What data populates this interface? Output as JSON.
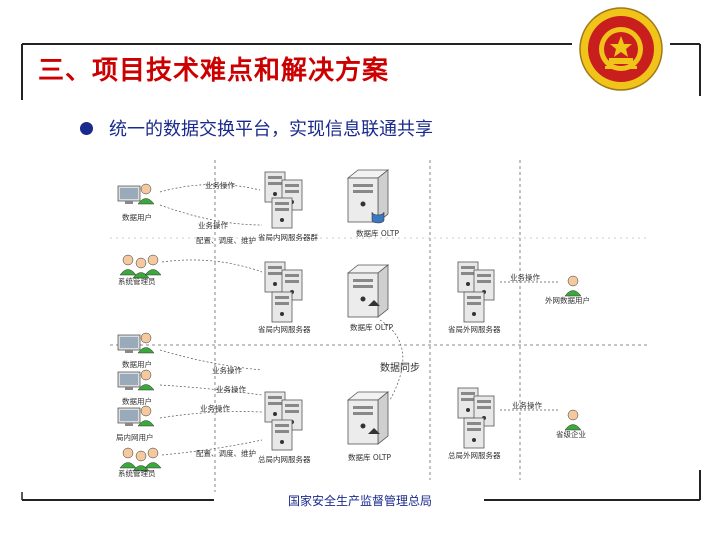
{
  "slide": {
    "title": "三、项目技术难点和解决方案",
    "bullet": "统一的数据交换平台，实现信息联通共享",
    "footer": "国家安全生产监督管理总局"
  },
  "diagram": {
    "labels": {
      "top_user": "数据用户",
      "top_biz1": "业务操作",
      "top_biz2": "业务操作",
      "top_server1": "省局内网服务器群",
      "top_dbserver1": "数据库 OLTP",
      "top_mgmt": "配置、调度、维护",
      "top_admin": "系统管理员",
      "mid_server": "省局内网服务器",
      "mid_db": "数据库 OLTP",
      "mid_ext_server": "省局外网服务器",
      "mid_biz": "业务操作",
      "mid_ext_user": "外网数据用户",
      "sync": "数据同步",
      "bot_user1": "数据用户",
      "bot_biz1": "业务操作",
      "bot_biz2": "业务操作",
      "bot_user2": "数据用户",
      "bot_biz3": "业务操作",
      "bot_user3": "局内网用户",
      "bot_mgmt": "配置、调度、维护",
      "bot_admin": "系统管理员",
      "bot_server": "总局内网服务器",
      "bot_db": "数据库 OLTP",
      "bot_ext_server": "总局外网服务器",
      "bot_biz4": "业务操作",
      "bot_ext_user": "省级企业"
    }
  },
  "colors": {
    "title": "#cc0000",
    "text": "#1a2a8c",
    "emblem_red": "#c81e1e",
    "emblem_gold": "#f0c419"
  }
}
